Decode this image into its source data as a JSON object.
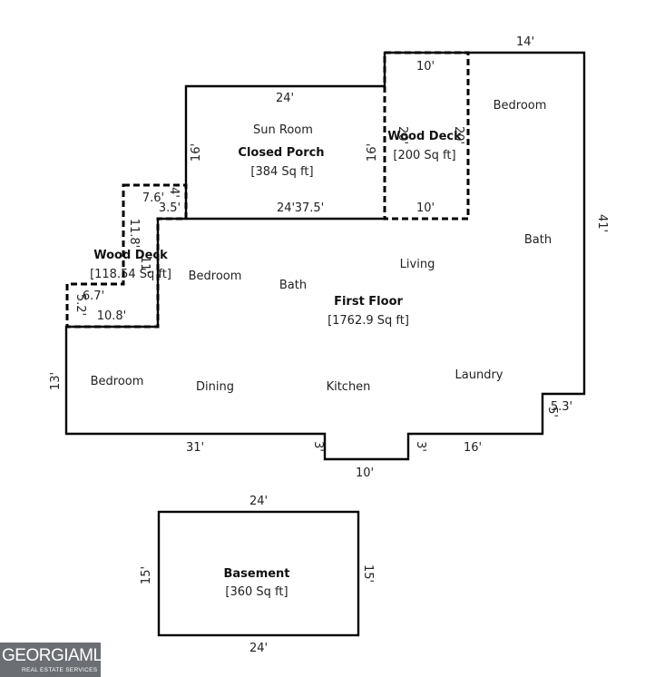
{
  "floors": {
    "first_floor": {
      "name": "First Floor",
      "area": "[1762.9 Sq ft]"
    },
    "closed_porch": {
      "room": "Sun Room",
      "name": "Closed Porch",
      "area": "[384 Sq ft]"
    },
    "wood_deck_right": {
      "name": "Wood Deck",
      "area": "[200 Sq ft]"
    },
    "wood_deck_left": {
      "name": "Wood Deck",
      "area": "[118.54 Sq ft]"
    },
    "basement": {
      "name": "Basement",
      "area": "[360 Sq ft]"
    }
  },
  "rooms": {
    "bedroom_top_right": "Bedroom",
    "bath_right": "Bath",
    "living": "Living",
    "bedroom_mid": "Bedroom",
    "bath_mid": "Bath",
    "bedroom_left": "Bedroom",
    "dining": "Dining",
    "kitchen": "Kitchen",
    "laundry": "Laundry"
  },
  "dimensions": {
    "top_right_width": "14'",
    "deck_right_top": "10'",
    "porch_top": "24'",
    "porch_left": "16'",
    "porch_right": "16'",
    "deck_right_side": "20'",
    "deck_right_side_inner": "20'",
    "deck_right_bottom": "10'",
    "porch_bottom": "24'",
    "porch_bottom_extra": "37.5'",
    "deck_left_top": "7.6'",
    "deck_left_notch": "3.5'",
    "deck_left_notch_v": "4'",
    "deck_left_side": "11.8'",
    "deck_left_inner": "11'",
    "deck_left_small": "6.7'",
    "deck_left_small_v": "5.2'",
    "deck_left_bottom": "10.8'",
    "right_side": "41'",
    "left_side": "13'",
    "corner_h": "5.3'",
    "corner_v": "5'",
    "bottom_left": "31'",
    "notch_left": "3'",
    "notch_right": "3'",
    "notch_bottom": "10'",
    "bottom_right": "16'",
    "basement_top": "24'",
    "basement_bottom": "24'",
    "basement_left": "15'",
    "basement_right": "15'"
  },
  "logo": {
    "main": "GEORGIAMLS",
    "sub": "REAL ESTATE SERVICES"
  }
}
